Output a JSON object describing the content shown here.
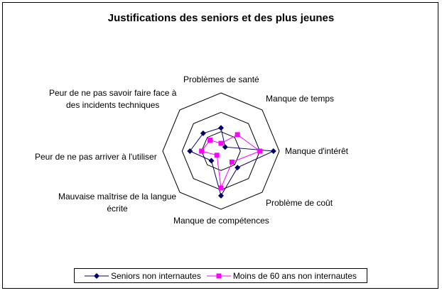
{
  "chart_data": {
    "type": "radar",
    "title": "Justifications des seniors et des plus jeunes",
    "axes": [
      [
        "Problèmes de santé"
      ],
      [
        "Manque de temps"
      ],
      [
        "Manque d'intérêt"
      ],
      [
        "Problème de coût"
      ],
      [
        "Manque de compétences"
      ],
      [
        "Mauvaise maîtrise de la langue",
        "écrite"
      ],
      [
        "Peur de ne pas arriver à l'utiliser"
      ],
      [
        "Peur de ne pas savoir faire face à",
        "des incidents techniques"
      ]
    ],
    "rings": 3,
    "grid": true,
    "range": [
      0,
      3
    ],
    "legend_position": "bottom",
    "series": [
      {
        "name": "Seniors non internautes",
        "color": "#000066",
        "marker": "diamond",
        "values": [
          1.2,
          0.3,
          2.7,
          1.2,
          2.3,
          0.7,
          1.6,
          1.3
        ]
      },
      {
        "name": "Moins de 60 ans non internautes",
        "color": "#FF00FF",
        "marker": "square",
        "values": [
          0.4,
          1.2,
          2.0,
          0.8,
          1.9,
          0.3,
          1.0,
          0.8
        ]
      }
    ]
  }
}
